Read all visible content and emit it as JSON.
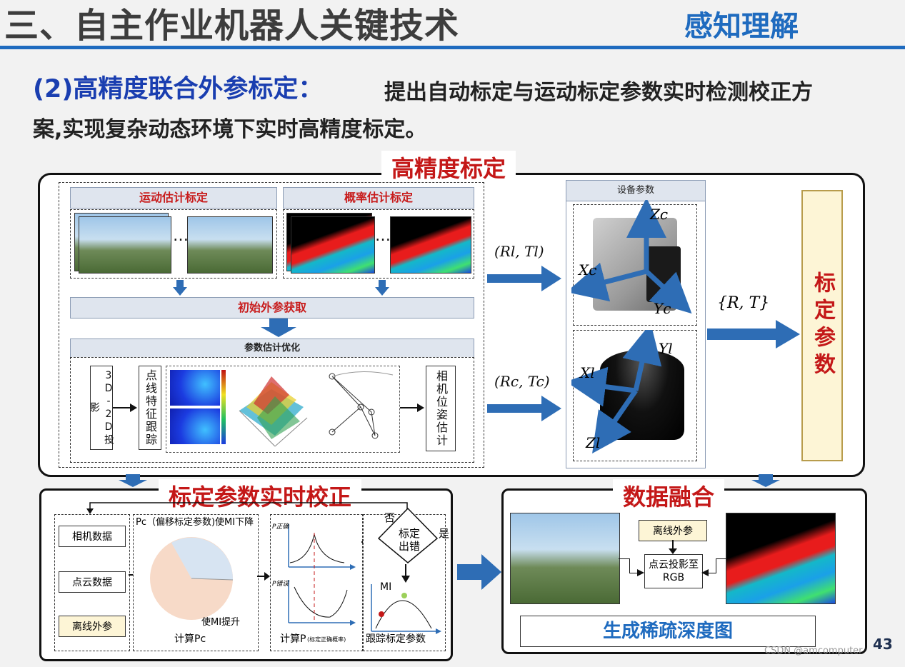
{
  "header": {
    "title": "三、自主作业机器人关键技术",
    "section": "感知理解"
  },
  "subheading": "(2)高精度联合外参标定：",
  "description_line1": "提出自动标定与运动标定参数实时检测校正方",
  "description_line2": "案,实现复杂动态环境下实时高精度标定。",
  "top_panel": {
    "title": "高精度标定",
    "motion_calib": "运动估计标定",
    "prob_calib": "概率估计标定",
    "initial_extrinsic": "初始外参获取",
    "param_opt": "参数估计优化",
    "proj_label": "3D-2D投影",
    "feature_tracking": "点线特征跟踪",
    "camera_pose": "相机位姿估计",
    "device_params": "设备参数",
    "rl_tl": "(Rl, Tl)",
    "rc_tc": "(Rc, Tc)",
    "rt": "{R, T}",
    "calib_params": "标定参数",
    "ellipsis": "…",
    "cam_axes": {
      "z": "Zc",
      "x": "Xc",
      "y": "Yc"
    },
    "lidar_axes": {
      "y": "Yl",
      "x": "Xl",
      "z": "Zl"
    }
  },
  "bottom_left": {
    "title": "标定参数实时校正",
    "camera_data": "相机数据",
    "pointcloud_data": "点云数据",
    "offline_extrinsic": "离线外参",
    "pc_desc": "Pc（偏移标定参数)使MI下降",
    "mi_up": "使MI提升",
    "compute_pc": "计算Pc",
    "compute_p": "计算P",
    "compute_p_small": "(标定正确概率)",
    "p_correct": "P正确",
    "p_error": "P错误",
    "no": "否",
    "yes": "是",
    "calib_error": "标定出错",
    "mi": "MI",
    "track_params": "跟踪标定参数"
  },
  "bottom_right": {
    "title": "数据融合",
    "offline_extrinsic": "离线外参",
    "projection": "点云投影至RGB",
    "sparse_depth": "生成稀疏深度图"
  },
  "page_number": "43",
  "watermark": "CSDN @amcomputer",
  "colors": {
    "accent_blue": "#1f6bbf",
    "title_red": "#c41818",
    "arrow_blue": "#2e6db5",
    "band_bg": "#dfe5ee"
  }
}
